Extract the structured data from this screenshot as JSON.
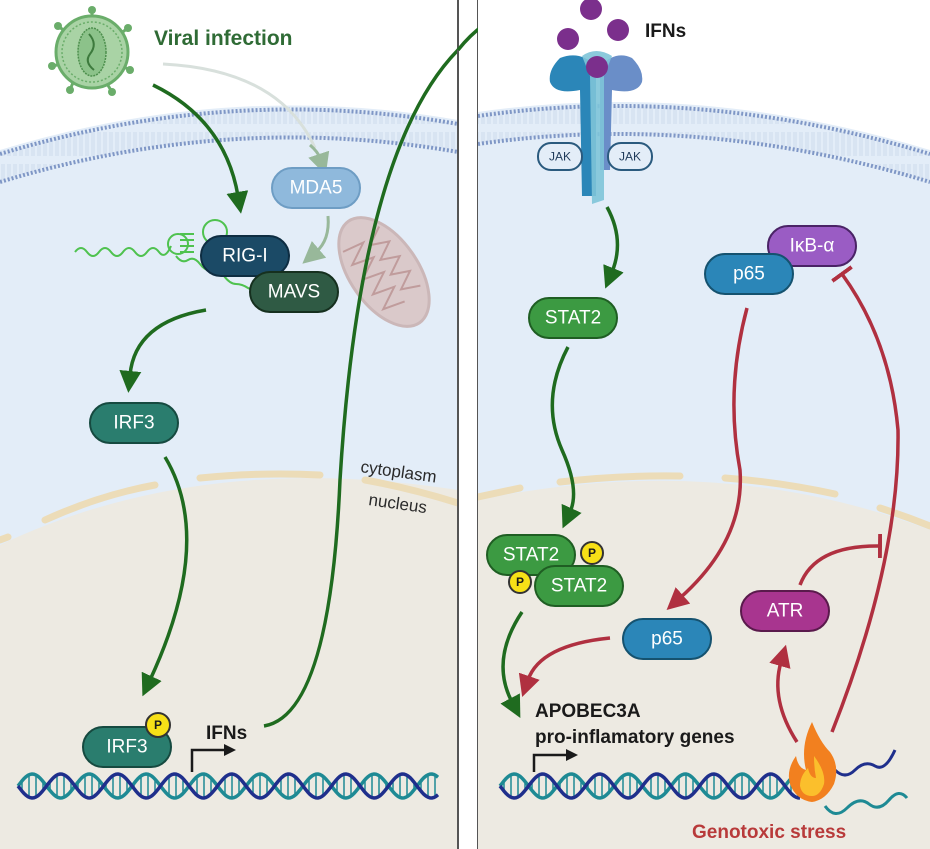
{
  "left_panel": {
    "stimulus_label": "Viral infection",
    "proteins": {
      "mda5": "MDA5",
      "rig_i": "RIG-I",
      "mavs": "MAVS",
      "irf3_cytoplasm": "IRF3",
      "irf3_nucleus": "IRF3"
    },
    "phospho_label": "P",
    "gene_label": "IFNs",
    "compartments": {
      "cytoplasm": "cytoplasm",
      "nucleus": "nucleus"
    }
  },
  "right_panel": {
    "ligand_label": "IFNs",
    "receptor_kinases": [
      "JAK",
      "JAK"
    ],
    "proteins": {
      "stat2_cytoplasm": "STAT2",
      "stat2_dimer_a": "STAT2",
      "stat2_dimer_b": "STAT2",
      "p65_cytoplasm": "p65",
      "ikba": "IκB-α",
      "p65_nucleus": "p65",
      "atr": "ATR"
    },
    "phospho_label": "P",
    "gene_label_line1": "APOBEC3A",
    "gene_label_line2": "pro-inflamatory genes",
    "stress_label": "Genotoxic stress"
  },
  "colors": {
    "activation_green": "#1f6b1f",
    "activation_red": "#b03040",
    "cytoplasm_bg": "#e3edf8",
    "nucleus_bg": "#edeae2",
    "membrane": "#7f97c6",
    "nuclear_envelope": "#ecdcb8",
    "mda5": "#8fb9dc",
    "rig_i": "#1b4a66",
    "mavs": "#2f5a44",
    "irf3": "#2a7d6e",
    "stat2": "#3c9a42",
    "p65": "#2b86b8",
    "ikba": "#9a5cc4",
    "atr": "#a8358f",
    "ifn_ligand": "#7b2f8c",
    "phospho": "#f7e017",
    "stress_text": "#b83a3a",
    "dna_strand_a": "#1f2f8c",
    "dna_strand_b": "#1e8a94"
  }
}
